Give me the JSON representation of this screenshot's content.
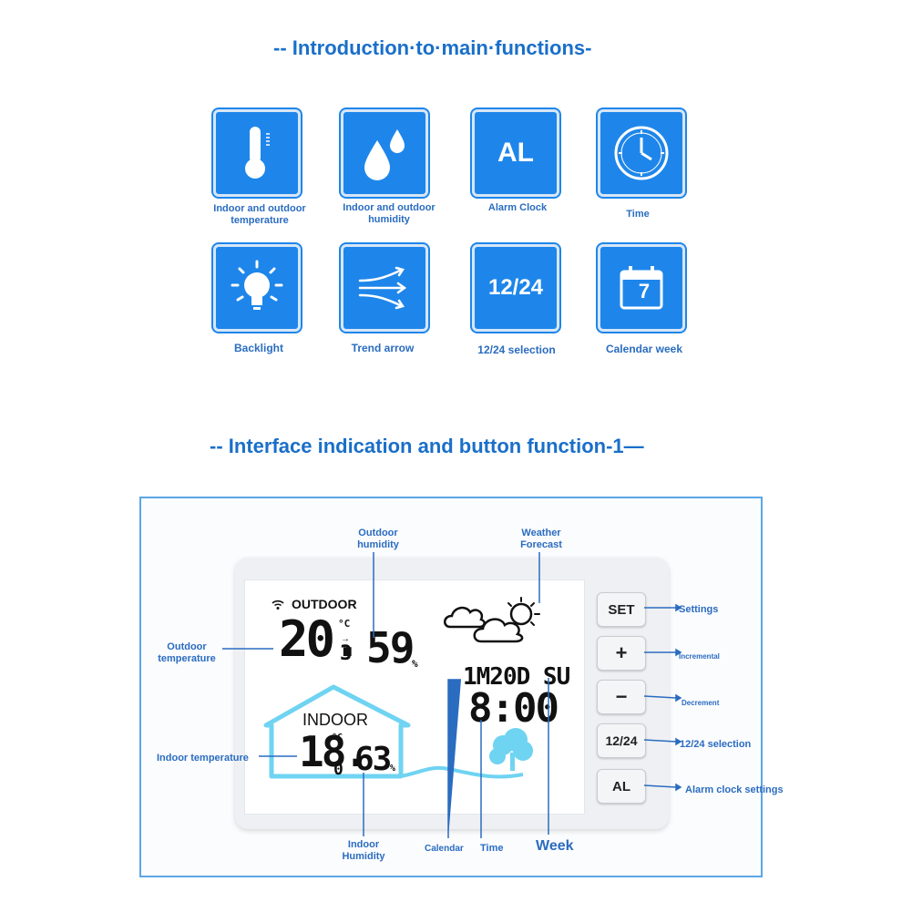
{
  "section1": {
    "title": "-- Introduction·to·main·functions-",
    "features": [
      {
        "icon": "thermometer-icon",
        "label": "Indoor and outdoor temperature"
      },
      {
        "icon": "droplets-icon",
        "label": "Indoor and outdoor humidity"
      },
      {
        "icon": "alarm-text-icon",
        "text": "AL",
        "label": "Alarm Clock"
      },
      {
        "icon": "clock-icon",
        "label": "Time"
      },
      {
        "icon": "light-bulb-icon",
        "label": "Backlight"
      },
      {
        "icon": "trend-arrows-icon",
        "label": "Trend arrow"
      },
      {
        "icon": "12-24-text-icon",
        "text": "12/24",
        "label": "12/24 selection"
      },
      {
        "icon": "calendar-icon",
        "text": "7",
        "label": "Calendar week"
      }
    ]
  },
  "section2": {
    "title": "-- Interface indication and button function-1—",
    "display": {
      "outdoor_label": "OUTDOOR",
      "outdoor_temp": "20.",
      "outdoor_temp_dec": "3",
      "temp_unit": "°C",
      "outdoor_hum": "59",
      "hum_unit": "%",
      "indoor_label": "INDOOR",
      "indoor_temp": "18.",
      "indoor_temp_dec": "0",
      "indoor_hum": "63",
      "date": "1M20D SU",
      "time": "8:00"
    },
    "buttons": [
      "SET",
      "+",
      "−",
      "12/24",
      "AL"
    ],
    "button_labels": [
      "Settings",
      "Incremental",
      "Decrement",
      "12/24 selection",
      "Alarm clock settings"
    ],
    "callouts": {
      "outdoor_humidity": "Outdoor humidity",
      "weather_forecast": "Weather Forecast",
      "outdoor_temperature": "Outdoor temperature",
      "indoor_temperature": "Indoor temperature",
      "indoor_humidity": "Indoor Humidity",
      "calendar": "Calendar",
      "time": "Time",
      "week": "Week"
    }
  },
  "colors": {
    "accent": "#1e86ea",
    "label": "#2a6cc0",
    "house": "#6fd3f2"
  }
}
